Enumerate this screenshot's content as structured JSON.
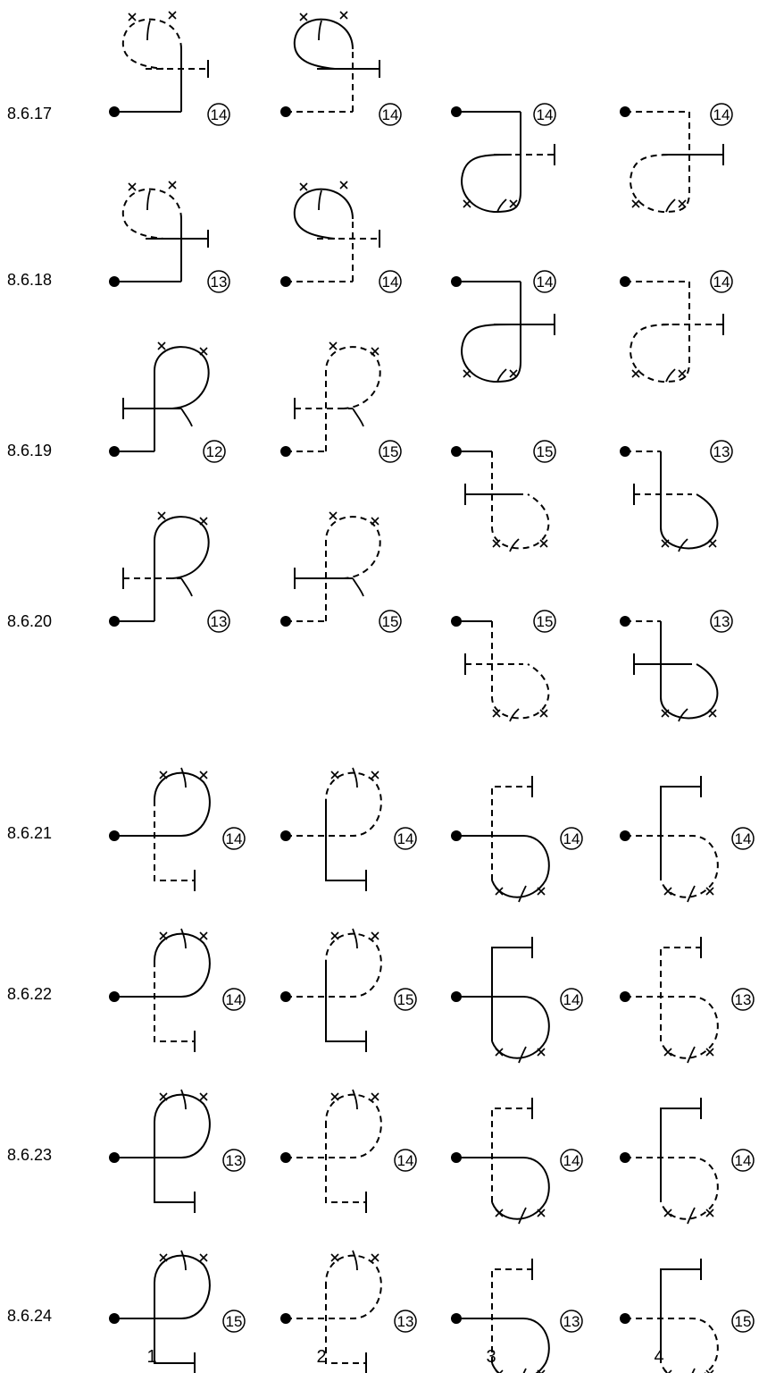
{
  "rows": [
    {
      "label": "8.6.17",
      "figures": [
        {
          "column": 1,
          "number": "14"
        },
        {
          "column": 2,
          "number": "14"
        },
        {
          "column": 3,
          "number": "14"
        },
        {
          "column": 4,
          "number": "14"
        }
      ]
    },
    {
      "label": "8.6.18",
      "figures": [
        {
          "column": 1,
          "number": "13"
        },
        {
          "column": 2,
          "number": "14"
        },
        {
          "column": 3,
          "number": "14"
        },
        {
          "column": 4,
          "number": "14"
        }
      ]
    },
    {
      "label": "8.6.19",
      "figures": [
        {
          "column": 1,
          "number": "12"
        },
        {
          "column": 2,
          "number": "15"
        },
        {
          "column": 3,
          "number": "15"
        },
        {
          "column": 4,
          "number": "13"
        }
      ]
    },
    {
      "label": "8.6.20",
      "figures": [
        {
          "column": 1,
          "number": "13"
        },
        {
          "column": 2,
          "number": "15"
        },
        {
          "column": 3,
          "number": "15"
        },
        {
          "column": 4,
          "number": "13"
        }
      ]
    },
    {
      "label": "8.6.21",
      "figures": [
        {
          "column": 1,
          "number": "14"
        },
        {
          "column": 2,
          "number": "14"
        },
        {
          "column": 3,
          "number": "14"
        },
        {
          "column": 4,
          "number": "14"
        }
      ]
    },
    {
      "label": "8.6.22",
      "figures": [
        {
          "column": 1,
          "number": "14"
        },
        {
          "column": 2,
          "number": "15"
        },
        {
          "column": 3,
          "number": "14"
        },
        {
          "column": 4,
          "number": "13"
        }
      ]
    },
    {
      "label": "8.6.23",
      "figures": [
        {
          "column": 1,
          "number": "13"
        },
        {
          "column": 2,
          "number": "14"
        },
        {
          "column": 3,
          "number": "14"
        },
        {
          "column": 4,
          "number": "14"
        }
      ]
    },
    {
      "label": "8.6.24",
      "figures": [
        {
          "column": 1,
          "number": "15"
        },
        {
          "column": 2,
          "number": "13"
        },
        {
          "column": 3,
          "number": "13"
        },
        {
          "column": 4,
          "number": "15"
        }
      ]
    }
  ],
  "columns": [
    "1",
    "2",
    "3",
    "4"
  ]
}
